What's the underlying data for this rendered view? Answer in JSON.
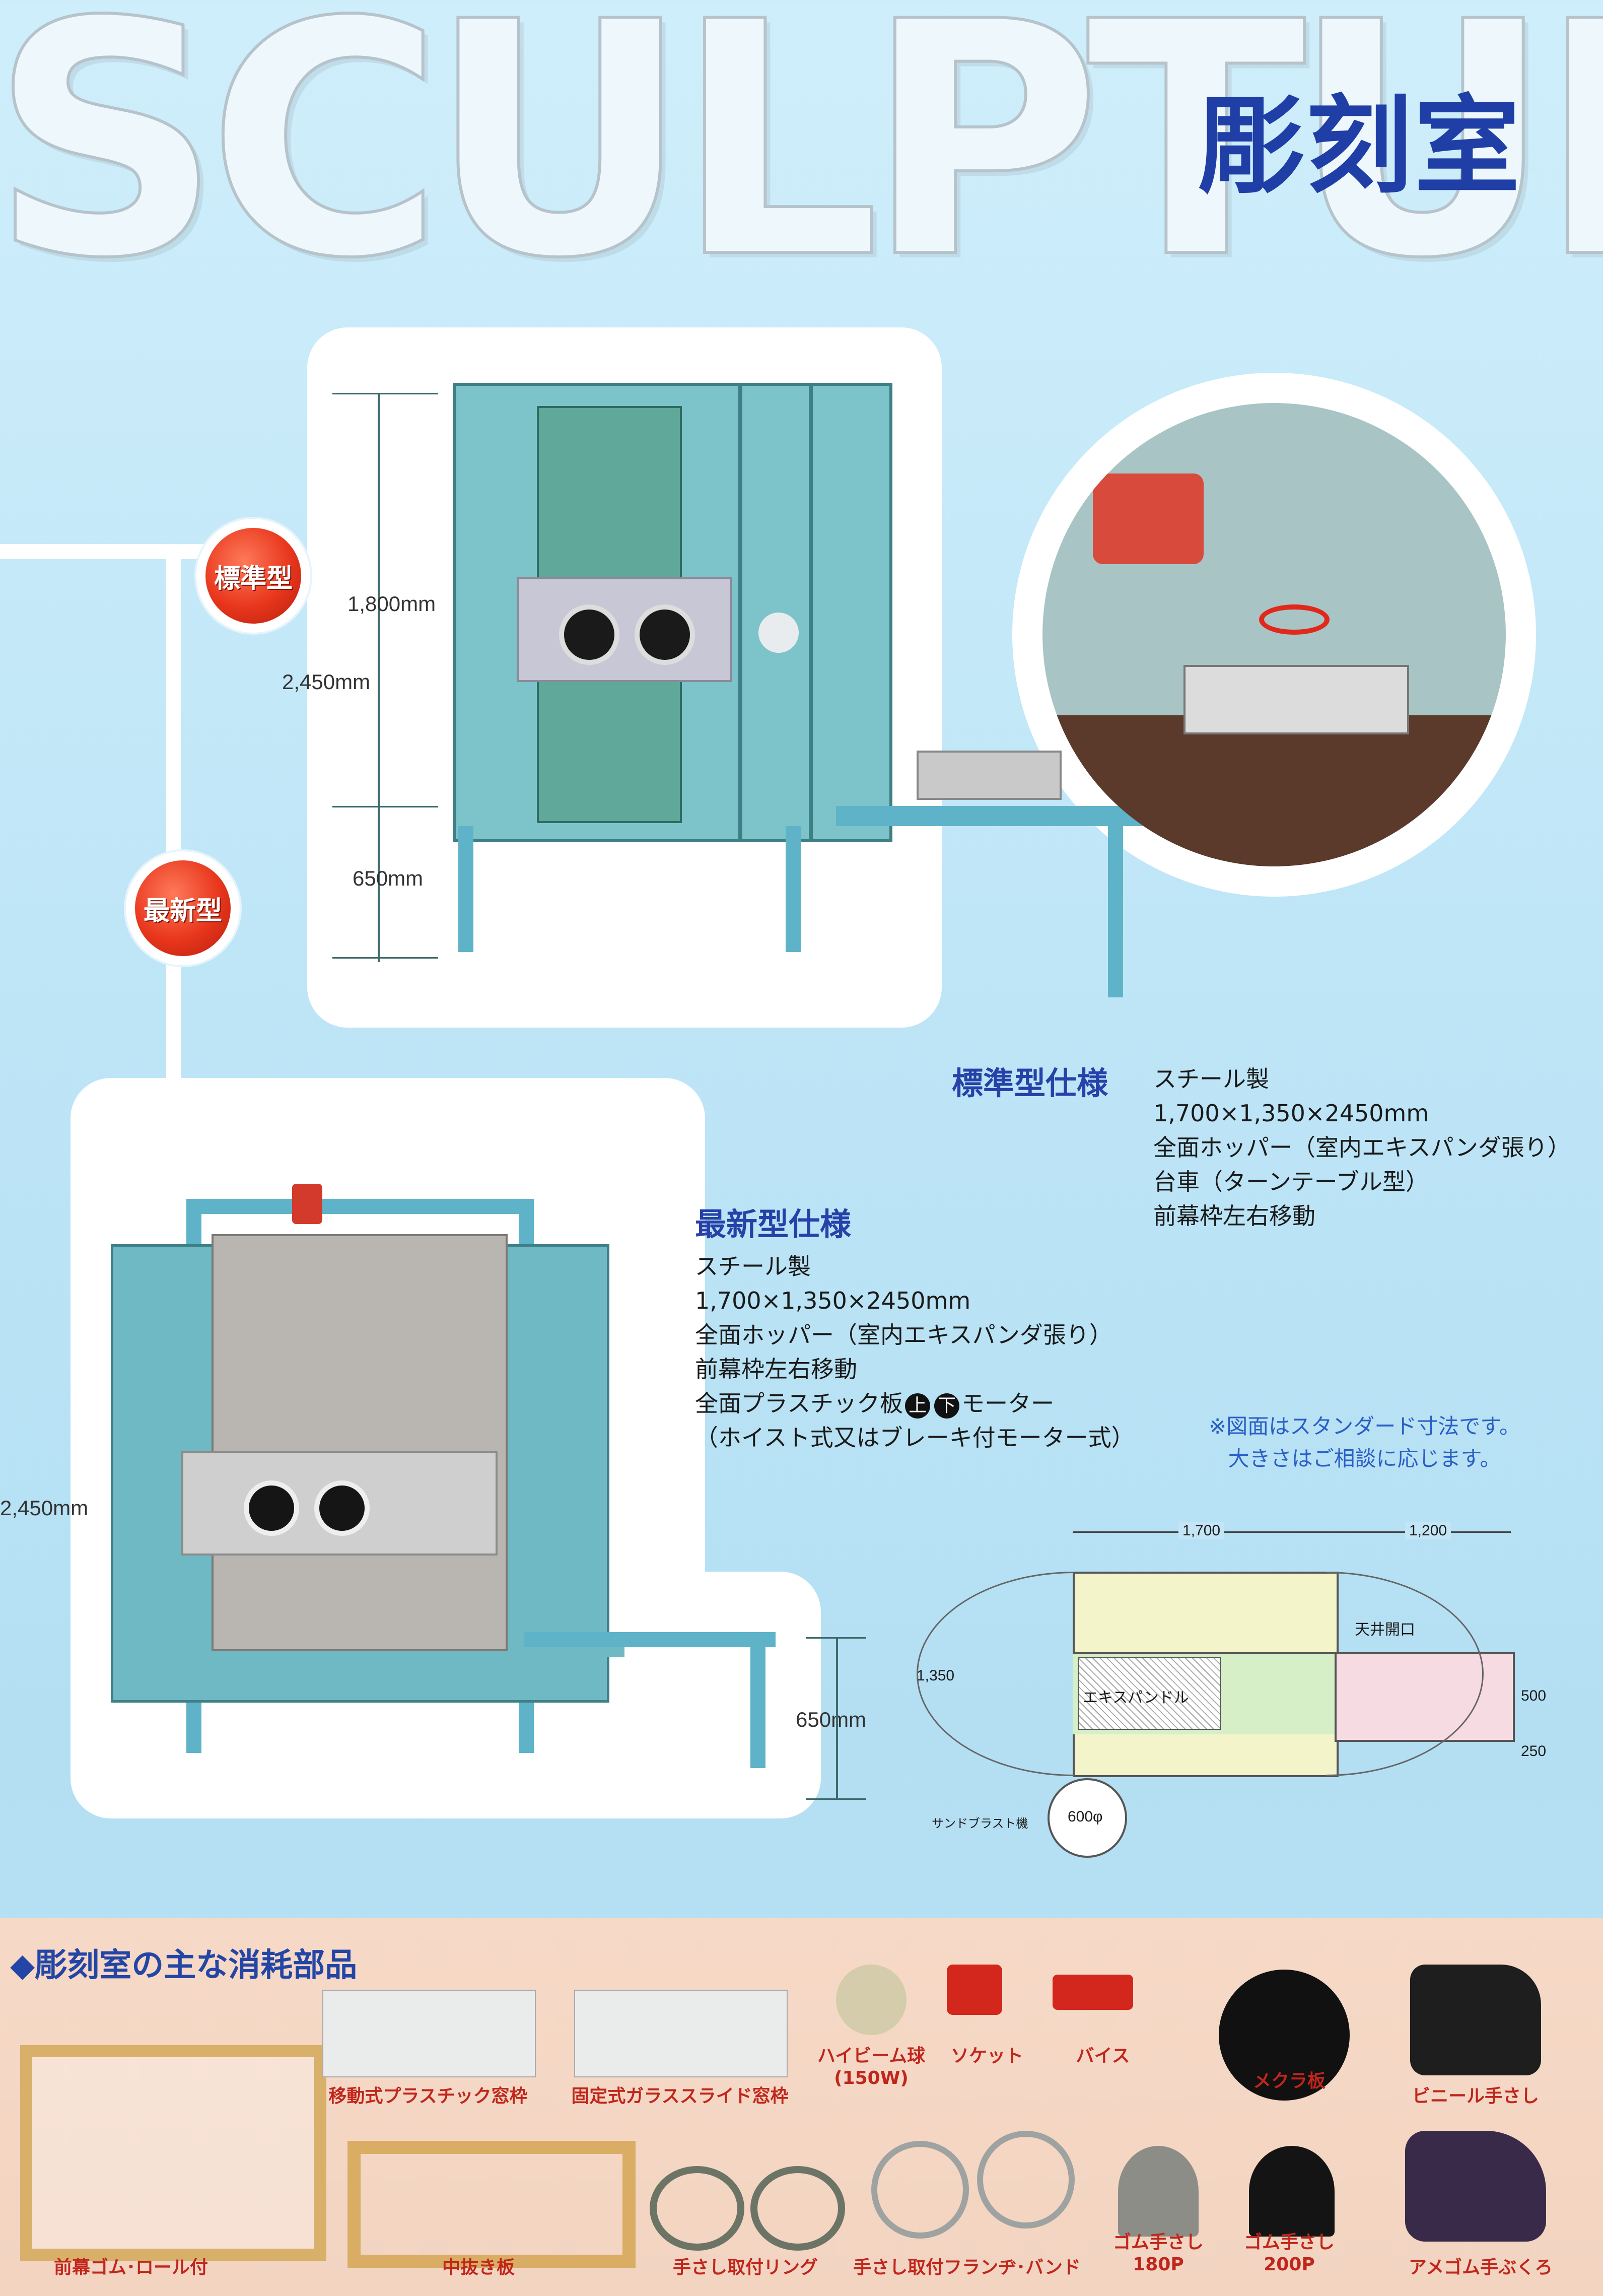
{
  "header": {
    "hero_text": "SCULPTURE BOX",
    "title_kanji": "彫刻室"
  },
  "badges": {
    "standard": "標準型",
    "newest": "最新型"
  },
  "standard_dims": {
    "upper": "1,800mm",
    "total": "2,450mm",
    "legs": "650mm"
  },
  "newest_dims": {
    "total": "2,450mm",
    "legs": "650mm"
  },
  "standard_spec": {
    "heading": "標準型仕様",
    "lines": [
      "スチール製",
      "1,700×1,350×2450mm",
      "全面ホッパー（室内エキスパンダ張り）",
      "台車（ターンテーブル型）",
      "前幕枠左右移動"
    ]
  },
  "newest_spec": {
    "heading": "最新型仕様",
    "lines": [
      "スチール製",
      "1,700×1,350×2450mm",
      "全面ホッパー（室内エキスパンダ張り）",
      "前幕枠左右移動"
    ],
    "plate_line_prefix": "全面プラスチック板",
    "up_mark": "上",
    "down_mark": "下",
    "plate_line_suffix": "モーター",
    "last_line": "（ホイスト式又はブレーキ付モーター式）"
  },
  "note": {
    "line1": "※図面はスタンダード寸法です。",
    "line2": "大きさはご相談に応じます。"
  },
  "schematic": {
    "width_main": "1,700",
    "width_cart": "1,200",
    "depth": "1,350",
    "cart_a": "500",
    "cart_b": "250",
    "ceiling_label": "天井開口",
    "expanded_label": "エキスパンドル",
    "sandblast_label": "サンドブラスト機",
    "sandblast_size": "600φ"
  },
  "parts": {
    "title": "◆彫刻室の主な消耗部品",
    "items": [
      {
        "label": "移動式プラスチック窓枠"
      },
      {
        "label": "固定式ガラススライド窓枠"
      },
      {
        "label": "ハイビーム球\n(150W)"
      },
      {
        "label": "ソケット"
      },
      {
        "label": "バイス"
      },
      {
        "label": "メクラ板"
      },
      {
        "label": "ビニール手さし"
      },
      {
        "label": "前幕ゴム･ロール付"
      },
      {
        "label": "中抜き板"
      },
      {
        "label": "手さし取付リング"
      },
      {
        "label": "手さし取付フランヂ･バンド"
      },
      {
        "label": "ゴム手さし\n180P"
      },
      {
        "label": "ゴム手さし\n200P"
      },
      {
        "label": "アメゴム手ぶくろ"
      }
    ]
  },
  "colors": {
    "accent_blue": "#2642a8",
    "badge_red": "#e8361c",
    "label_red": "#c0261c",
    "cabinet_green": "#5fa89a",
    "frame_blue": "#5fb3c8"
  }
}
